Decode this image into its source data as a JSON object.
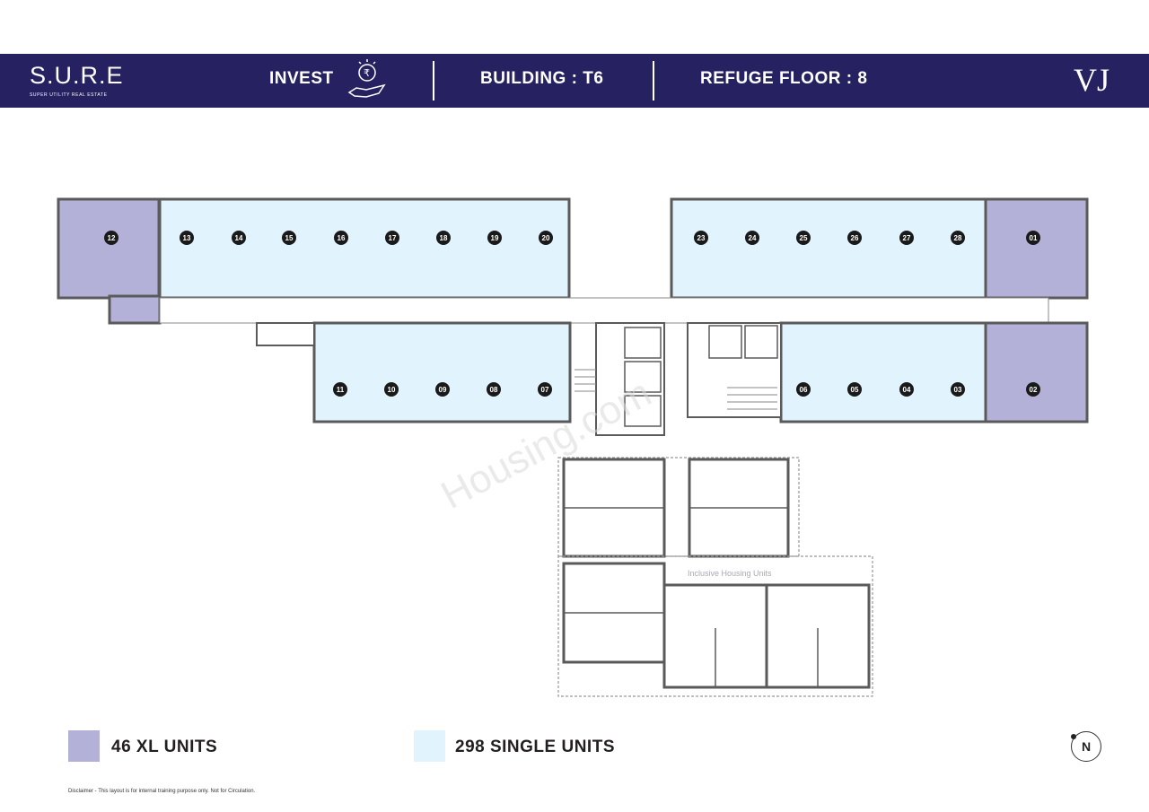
{
  "header": {
    "logo": "S.U.R.E",
    "logo_tagline": "SUPER UTILITY REAL ESTATE",
    "invest_label": "INVEST",
    "building_label": "BUILDING : T6",
    "refuge_label": "REFUGE FLOOR : 8",
    "brand_mark": "VJ"
  },
  "colors": {
    "header_bg": "#262261",
    "xl_unit": "#b4b1d9",
    "single_unit": "#e1f3fc",
    "wall": "#5a5a5a"
  },
  "plan": {
    "top_row_units": [
      "12",
      "13",
      "14",
      "15",
      "16",
      "17",
      "18",
      "19",
      "20",
      "23",
      "24",
      "25",
      "26",
      "27",
      "28",
      "01"
    ],
    "bottom_row_units": [
      "11",
      "10",
      "09",
      "08",
      "07",
      "06",
      "05",
      "04",
      "03",
      "02"
    ],
    "xl_units": [
      "12",
      "01",
      "02"
    ],
    "inclusive_label": "Inclusive Housing Units",
    "watermark": "Housing.com"
  },
  "legend": {
    "xl_label": "46 XL UNITS",
    "single_label": "298 SINGLE UNITS"
  },
  "north_label": "N",
  "disclaimer": "Disclaimer - This layout is for internal training purpose only. Not for Circulation."
}
